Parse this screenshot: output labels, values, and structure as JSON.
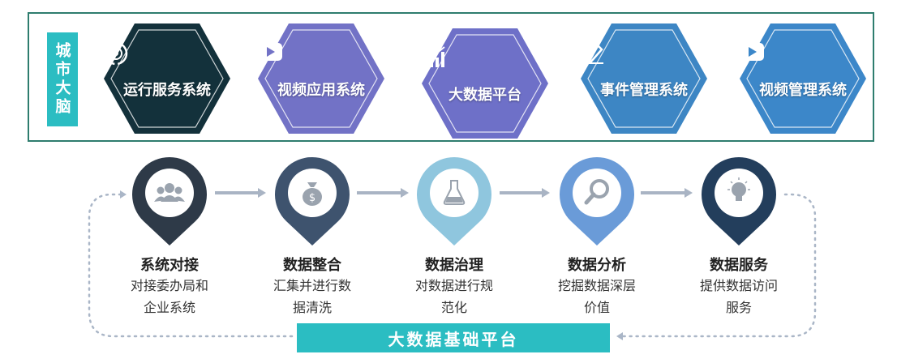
{
  "city_brain": {
    "label": "城市大脑",
    "systems": [
      {
        "name": "运行服务系统",
        "icon": "cycle-gear-icon",
        "color": "#13313b"
      },
      {
        "name": "视频应用系统",
        "icon": "video-play-icon",
        "color": "#7272c6"
      },
      {
        "name": "大数据平台",
        "icon": "bar-chart-icon",
        "color": "#6e70c8"
      },
      {
        "name": "事件管理系统",
        "icon": "pen-edit-icon",
        "color": "#3d86c4"
      },
      {
        "name": "视频管理系统",
        "icon": "video-play-icon",
        "color": "#3c87c9"
      }
    ]
  },
  "pipeline": [
    {
      "title": "系统对接",
      "desc_line1": "对接委办局和",
      "desc_line2": "企业系统",
      "icon": "users-icon",
      "color": "#2e3a48"
    },
    {
      "title": "数据整合",
      "desc_line1": "汇集并进行数",
      "desc_line2": "据清洗",
      "icon": "money-bag-icon",
      "color": "#3e536e"
    },
    {
      "title": "数据治理",
      "desc_line1": "对数据进行规",
      "desc_line2": "范化",
      "icon": "flask-icon",
      "color": "#8fc6de"
    },
    {
      "title": "数据分析",
      "desc_line1": "挖掘数据深层",
      "desc_line2": "价值",
      "icon": "magnifier-icon",
      "color": "#6a9bd8"
    },
    {
      "title": "数据服务",
      "desc_line1": "提供数据访问",
      "desc_line2": "服务",
      "icon": "lightbulb-icon",
      "color": "#233e5c"
    }
  ],
  "platform_label": "大数据基础平台"
}
